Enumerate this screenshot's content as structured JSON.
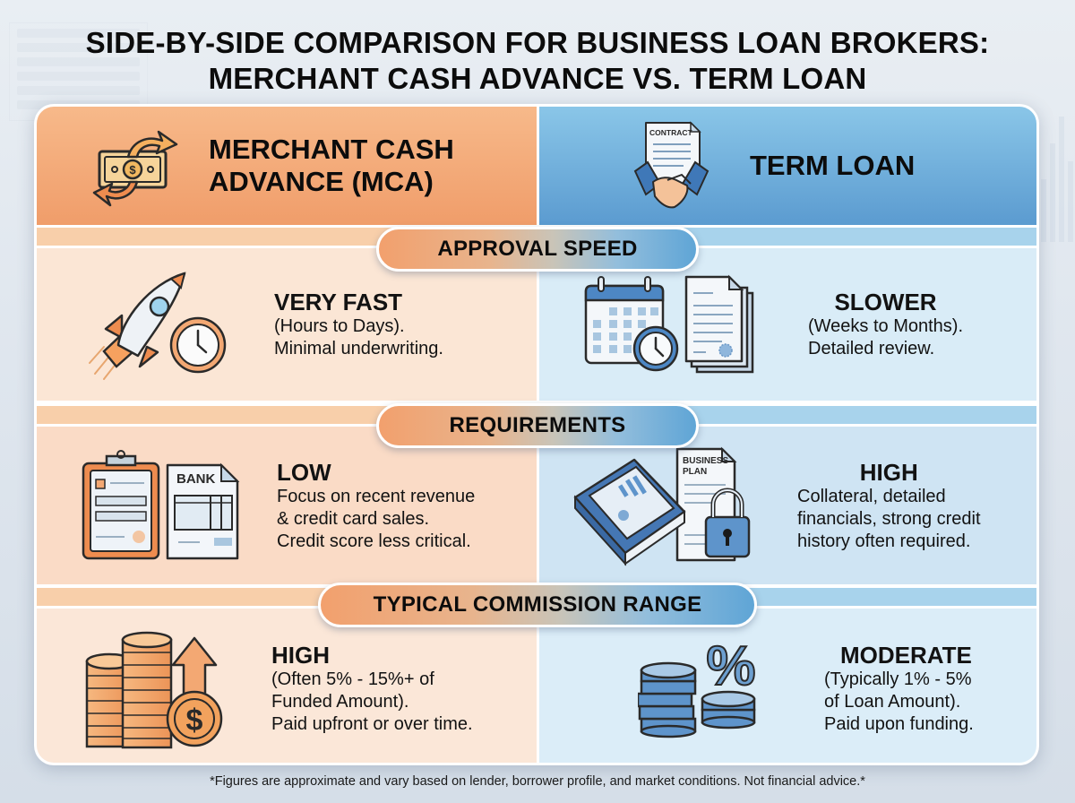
{
  "title": {
    "line1": "SIDE-BY-SIDE COMPARISON FOR BUSINESS LOAN BROKERS:",
    "line2": "MERCHANT CASH ADVANCE VS. TERM LOAN"
  },
  "columns": {
    "left": {
      "title_line1": "MERCHANT CASH",
      "title_line2": "ADVANCE (MCA)",
      "icon": "money-exchange-icon",
      "accent": "#f09d6a"
    },
    "right": {
      "title": "TERM LOAN",
      "icon": "contract-handshake-icon",
      "icon_label": "CONTRACT",
      "accent": "#5b9bd0"
    }
  },
  "sections": [
    {
      "label": "APPROVAL SPEED",
      "left": {
        "icon": "rocket-clock-icon",
        "level": "VERY FAST",
        "lines": [
          "(Hours to Days).",
          "Minimal underwriting."
        ]
      },
      "right": {
        "icon": "calendar-documents-icon",
        "level": "SLOWER",
        "lines": [
          "(Weeks to Months).",
          "Detailed review."
        ]
      }
    },
    {
      "label": "REQUIREMENTS",
      "left": {
        "icon": "clipboard-bank-statement-icon",
        "icon_label": "BANK",
        "level": "LOW",
        "lines": [
          "Focus on recent revenue",
          "& credit card sales.",
          "Credit score less critical."
        ]
      },
      "right": {
        "icon": "binder-business-plan-lock-icon",
        "icon_label": "BUSINESS PLAN",
        "level": "HIGH",
        "lines": [
          "Collateral, detailed",
          "financials, strong credit",
          "history often required."
        ]
      }
    },
    {
      "label": "TYPICAL COMMISSION RANGE",
      "left": {
        "icon": "coin-stack-arrow-up-icon",
        "level": "HIGH",
        "lines": [
          "(Often 5% - 15%+ of",
          "Funded Amount).",
          "Paid upfront or over time."
        ]
      },
      "right": {
        "icon": "coins-percent-icon",
        "level": "MODERATE",
        "lines": [
          "(Typically 1% - 5%",
          "of Loan Amount).",
          "Paid upon funding."
        ]
      }
    }
  ],
  "footnote": "*Figures are approximate and vary based on lender, borrower profile, and market conditions. Not financial advice.*"
}
